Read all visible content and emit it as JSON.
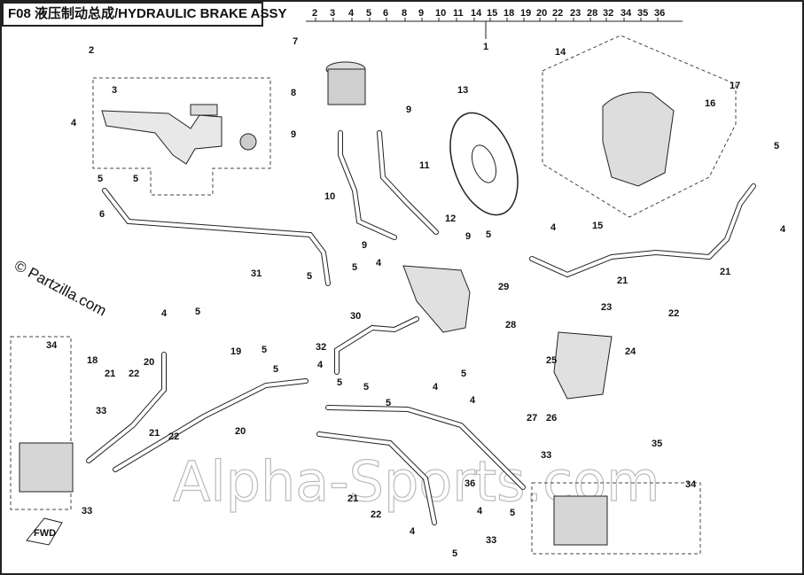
{
  "header": {
    "title": "F08 液压制动总成/HYDRAULIC BRAKE ASSY"
  },
  "watermarks": {
    "main": "Alpha-Sports.com",
    "partzilla": "© Partzilla.com",
    "partzilla_faint": "© Partzilla.com"
  },
  "top_ref_numbers": [
    "2",
    "3",
    "4",
    "5",
    "6",
    "8",
    "9",
    "10",
    "11",
    "14",
    "15",
    "18",
    "19",
    "20",
    "22",
    "23",
    "28",
    "32",
    "34",
    "35",
    "36"
  ],
  "top_ref_main": "1",
  "callouts": [
    {
      "id": "c2",
      "text": "2"
    },
    {
      "id": "c3",
      "text": "3"
    },
    {
      "id": "c4a",
      "text": "4"
    },
    {
      "id": "c5a",
      "text": "5"
    },
    {
      "id": "c5b",
      "text": "5"
    },
    {
      "id": "c6",
      "text": "6"
    },
    {
      "id": "c7",
      "text": "7"
    },
    {
      "id": "c8",
      "text": "8"
    },
    {
      "id": "c9a",
      "text": "9"
    },
    {
      "id": "c9b",
      "text": "9"
    },
    {
      "id": "c9c",
      "text": "9"
    },
    {
      "id": "c9d",
      "text": "9"
    },
    {
      "id": "c10",
      "text": "10"
    },
    {
      "id": "c11",
      "text": "11"
    },
    {
      "id": "c12",
      "text": "12"
    },
    {
      "id": "c13",
      "text": "13"
    },
    {
      "id": "c14",
      "text": "14"
    },
    {
      "id": "c15",
      "text": "15"
    },
    {
      "id": "c16",
      "text": "16"
    },
    {
      "id": "c17",
      "text": "17"
    },
    {
      "id": "c5c",
      "text": "5"
    },
    {
      "id": "c4b",
      "text": "4"
    },
    {
      "id": "c31",
      "text": "31"
    },
    {
      "id": "c5d",
      "text": "5"
    },
    {
      "id": "c4c",
      "text": "4"
    },
    {
      "id": "c5e",
      "text": "5"
    },
    {
      "id": "c4d",
      "text": "4"
    },
    {
      "id": "c29",
      "text": "29"
    },
    {
      "id": "c28",
      "text": "28"
    },
    {
      "id": "c30",
      "text": "30"
    },
    {
      "id": "c32",
      "text": "32"
    },
    {
      "id": "c21a",
      "text": "21"
    },
    {
      "id": "c21b",
      "text": "21"
    },
    {
      "id": "c22a",
      "text": "22"
    },
    {
      "id": "c23",
      "text": "23"
    },
    {
      "id": "c24",
      "text": "24"
    },
    {
      "id": "c25",
      "text": "25"
    },
    {
      "id": "c26",
      "text": "26"
    },
    {
      "id": "c27",
      "text": "27"
    },
    {
      "id": "c34a",
      "text": "34"
    },
    {
      "id": "c18",
      "text": "18"
    },
    {
      "id": "c4e",
      "text": "4"
    },
    {
      "id": "c5f",
      "text": "5"
    },
    {
      "id": "c20a",
      "text": "20"
    },
    {
      "id": "c19",
      "text": "19"
    },
    {
      "id": "c5g",
      "text": "5"
    },
    {
      "id": "c22b",
      "text": "22"
    },
    {
      "id": "c21c",
      "text": "21"
    },
    {
      "id": "c33a",
      "text": "33"
    },
    {
      "id": "c21d",
      "text": "21"
    },
    {
      "id": "c22c",
      "text": "22"
    },
    {
      "id": "c20b",
      "text": "20"
    },
    {
      "id": "c5h",
      "text": "5"
    },
    {
      "id": "c4f",
      "text": "4"
    },
    {
      "id": "c4g",
      "text": "4"
    },
    {
      "id": "c5i",
      "text": "5"
    },
    {
      "id": "c33b",
      "text": "33"
    },
    {
      "id": "c33c",
      "text": "33"
    },
    {
      "id": "c35",
      "text": "35"
    },
    {
      "id": "c34b",
      "text": "34"
    },
    {
      "id": "c21e",
      "text": "21"
    },
    {
      "id": "c22d",
      "text": "22"
    },
    {
      "id": "c36",
      "text": "36"
    },
    {
      "id": "c4h",
      "text": "4"
    },
    {
      "id": "c5j",
      "text": "5"
    },
    {
      "id": "c33d",
      "text": "33"
    },
    {
      "id": "c5k",
      "text": "5"
    },
    {
      "id": "c4i",
      "text": "4"
    },
    {
      "id": "c5l",
      "text": "5"
    },
    {
      "id": "c5m",
      "text": "5"
    },
    {
      "id": "c5n",
      "text": "5"
    },
    {
      "id": "c4j",
      "text": "4"
    },
    {
      "id": "c5o",
      "text": "5"
    }
  ],
  "fwd_label": "FWD"
}
